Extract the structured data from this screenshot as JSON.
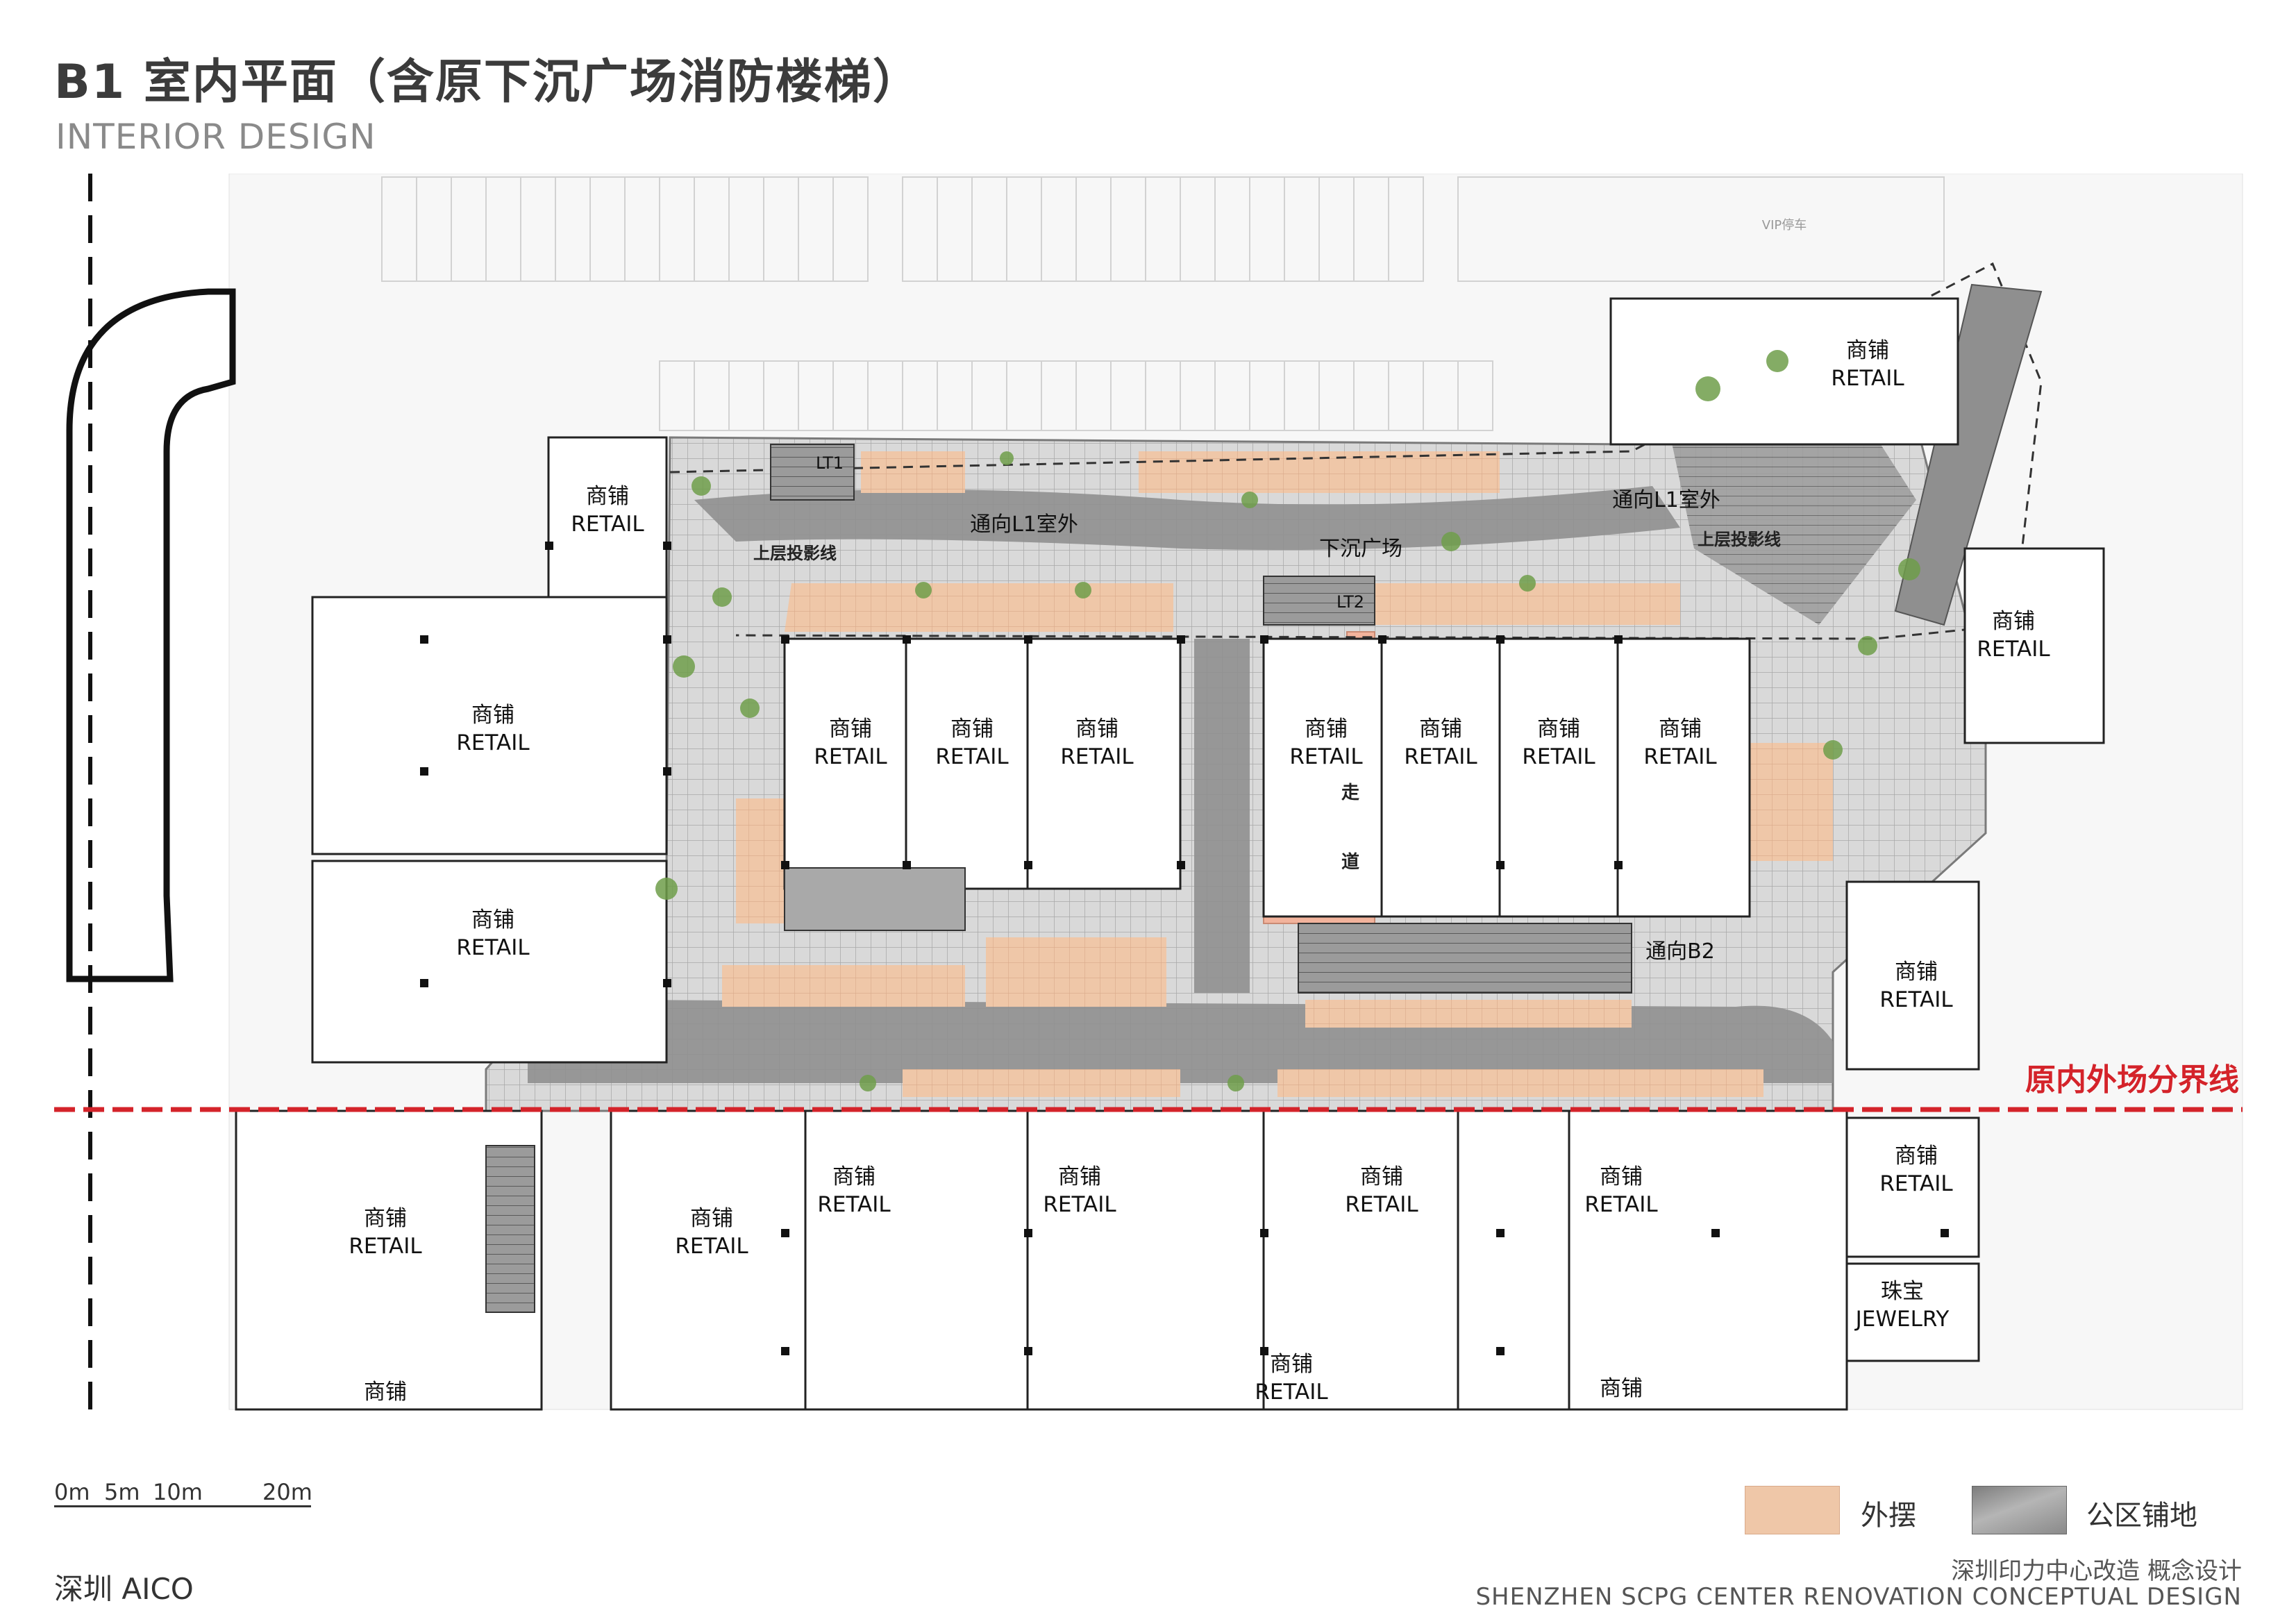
{
  "header": {
    "title": "B1 室内平面（含原下沉广场消防楼梯）",
    "subtitle": "INTERIOR DESIGN"
  },
  "labels": {
    "retail_cn": "商铺",
    "retail_en": "RETAIL",
    "jewelry_cn": "珠宝",
    "jewelry_en": "JEWELRY",
    "to_l1_outdoor": "通向L1室外",
    "to_b2": "通向B2",
    "sunken_plaza": "下沉广场",
    "upper_projection": "上层投影线",
    "corridor_1": "走",
    "corridor_2": "道",
    "boundary_line": "原内外场分界线",
    "lt1": "LT1",
    "lt2": "LT2",
    "vip_parking": "VIP停车"
  },
  "scale_bar": {
    "m0": "0m",
    "m5": "5m",
    "m10": "10m",
    "m20": "20m"
  },
  "legend": {
    "outdoor_display": "外摆",
    "public_paving": "公区铺地"
  },
  "colors": {
    "outdoor_display": "#efc7a8",
    "public_paving": "#9a9a9a",
    "corridor": "#f2b39c",
    "boundary": "#d4232a",
    "planting": "#6f9e4a"
  },
  "footer": {
    "firm": "深圳 AICO",
    "project_cn": "深圳印力中心改造 概念设计",
    "project_en": "SHENZHEN SCPG CENTER RENOVATION CONCEPTUAL DESIGN"
  }
}
